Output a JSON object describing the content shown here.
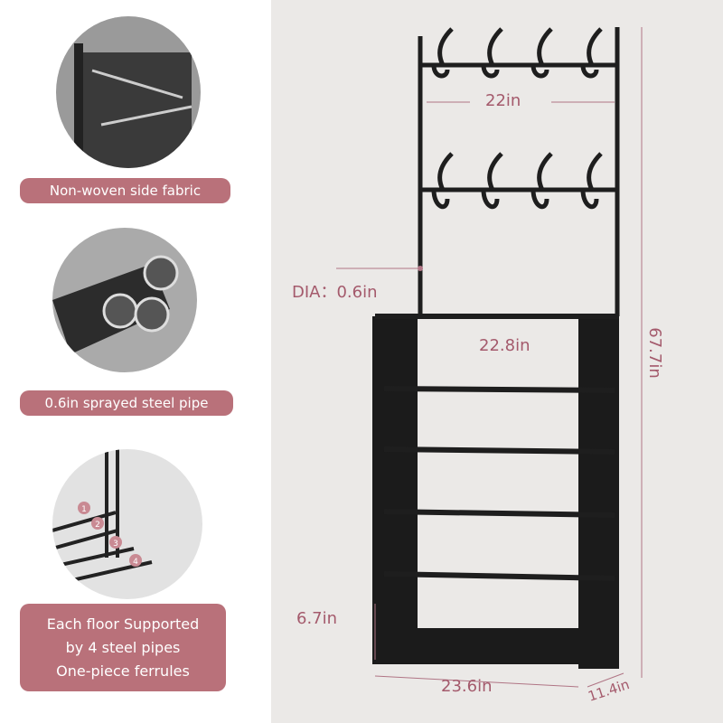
{
  "features": [
    {
      "label": "Non-woven side fabric",
      "icon": "fabric-detail"
    },
    {
      "label": "0.6in sprayed steel pipe",
      "icon": "steel-pipe-detail"
    },
    {
      "lines": [
        "Each floor Supported",
        "by 4 steel pipes",
        "One-piece ferrules"
      ],
      "icon": "shelf-corner-detail",
      "markers": [
        "1",
        "2",
        "3",
        "4"
      ]
    }
  ],
  "dimensions": {
    "hook_width": "22in",
    "pipe_diameter": "DIA：0.6in",
    "shelf_width": "22.8in",
    "height": "67.7in",
    "shelf_spacing": "6.7in",
    "base_width": "23.6in",
    "depth": "11.4in"
  },
  "colors": {
    "accent": "#b9717a",
    "dimension_text": "#a45a6c",
    "panel_bg": "#ebe9e7"
  }
}
